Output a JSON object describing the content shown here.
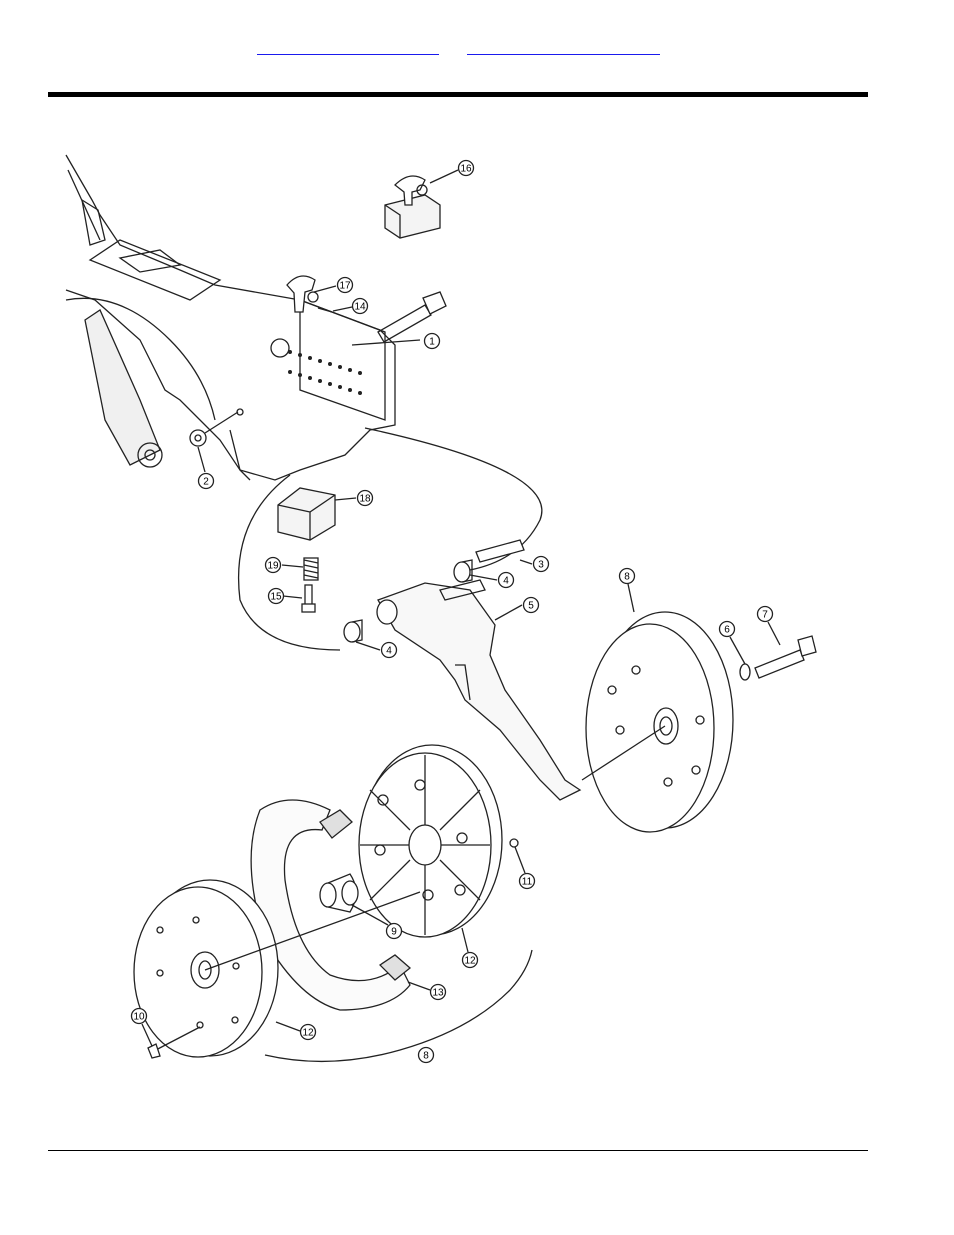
{
  "header": {
    "links": [
      {
        "text": ""
      },
      {
        "text": ""
      }
    ]
  },
  "diagram": {
    "callouts": [
      {
        "num": "1"
      },
      {
        "num": "2"
      },
      {
        "num": "3"
      },
      {
        "num": "4"
      },
      {
        "num": "4"
      },
      {
        "num": "5"
      },
      {
        "num": "6"
      },
      {
        "num": "7"
      },
      {
        "num": "8"
      },
      {
        "num": "8"
      },
      {
        "num": "9"
      },
      {
        "num": "10"
      },
      {
        "num": "11"
      },
      {
        "num": "12"
      },
      {
        "num": "12"
      },
      {
        "num": "13"
      },
      {
        "num": "14"
      },
      {
        "num": "15"
      },
      {
        "num": "16"
      },
      {
        "num": "17"
      },
      {
        "num": "18"
      },
      {
        "num": "19"
      }
    ]
  }
}
